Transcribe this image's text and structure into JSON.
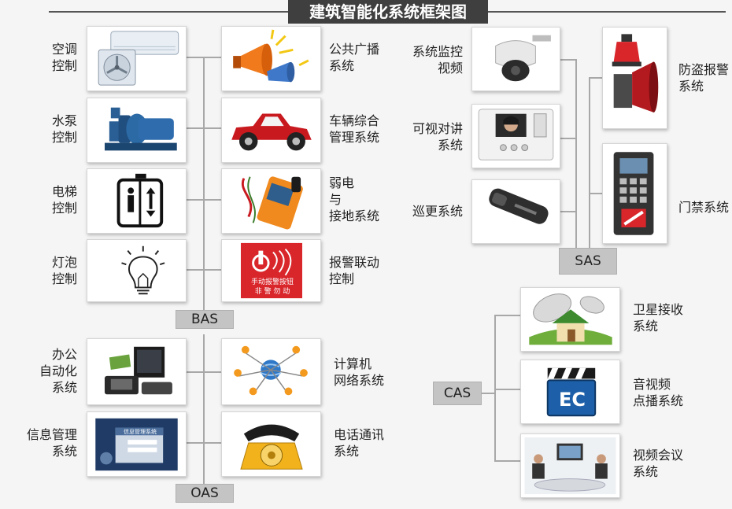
{
  "title": "建筑智能化系统框架图",
  "groups": {
    "bas": "BAS",
    "oas": "OAS",
    "sas": "SAS",
    "cas": "CAS"
  },
  "bas": {
    "ac": "空调\n控制",
    "pump": "水泵\n控制",
    "elevator": "电梯\n控制",
    "lamp": "灯泡\n控制",
    "broadcast": "公共广播\n系统",
    "vehicle": "车辆综合\n管理系统",
    "grounding": "弱电\n与\n接地系统",
    "alarm_link": "报警联动\n控制"
  },
  "oas": {
    "office": "办公\n自动化\n系统",
    "info": "信息管理\n系统",
    "network": "计算机\n网络系统",
    "phone": "电话通讯\n系统"
  },
  "sas": {
    "cctv": "系统监控\n视频",
    "intercom": "可视对讲\n系统",
    "patrol": "巡更系统",
    "burglar": "防盗报警\n系统",
    "access": "门禁系统"
  },
  "cas": {
    "satellite": "卫星接收\n系统",
    "vod": "音视频\n点播系统",
    "conference": "视频会议\n系统"
  },
  "icon_text": {
    "fire_alarm": "手动报警按钮\n非 警 勿 动",
    "vod_badge": "EC",
    "info_window": "信息管理系统"
  },
  "colors": {
    "title_bg": "#3f3f3f",
    "bus_bg": "#c4c4c4",
    "connector": "#a8a8a8",
    "alarm_red": "#d9262b"
  }
}
